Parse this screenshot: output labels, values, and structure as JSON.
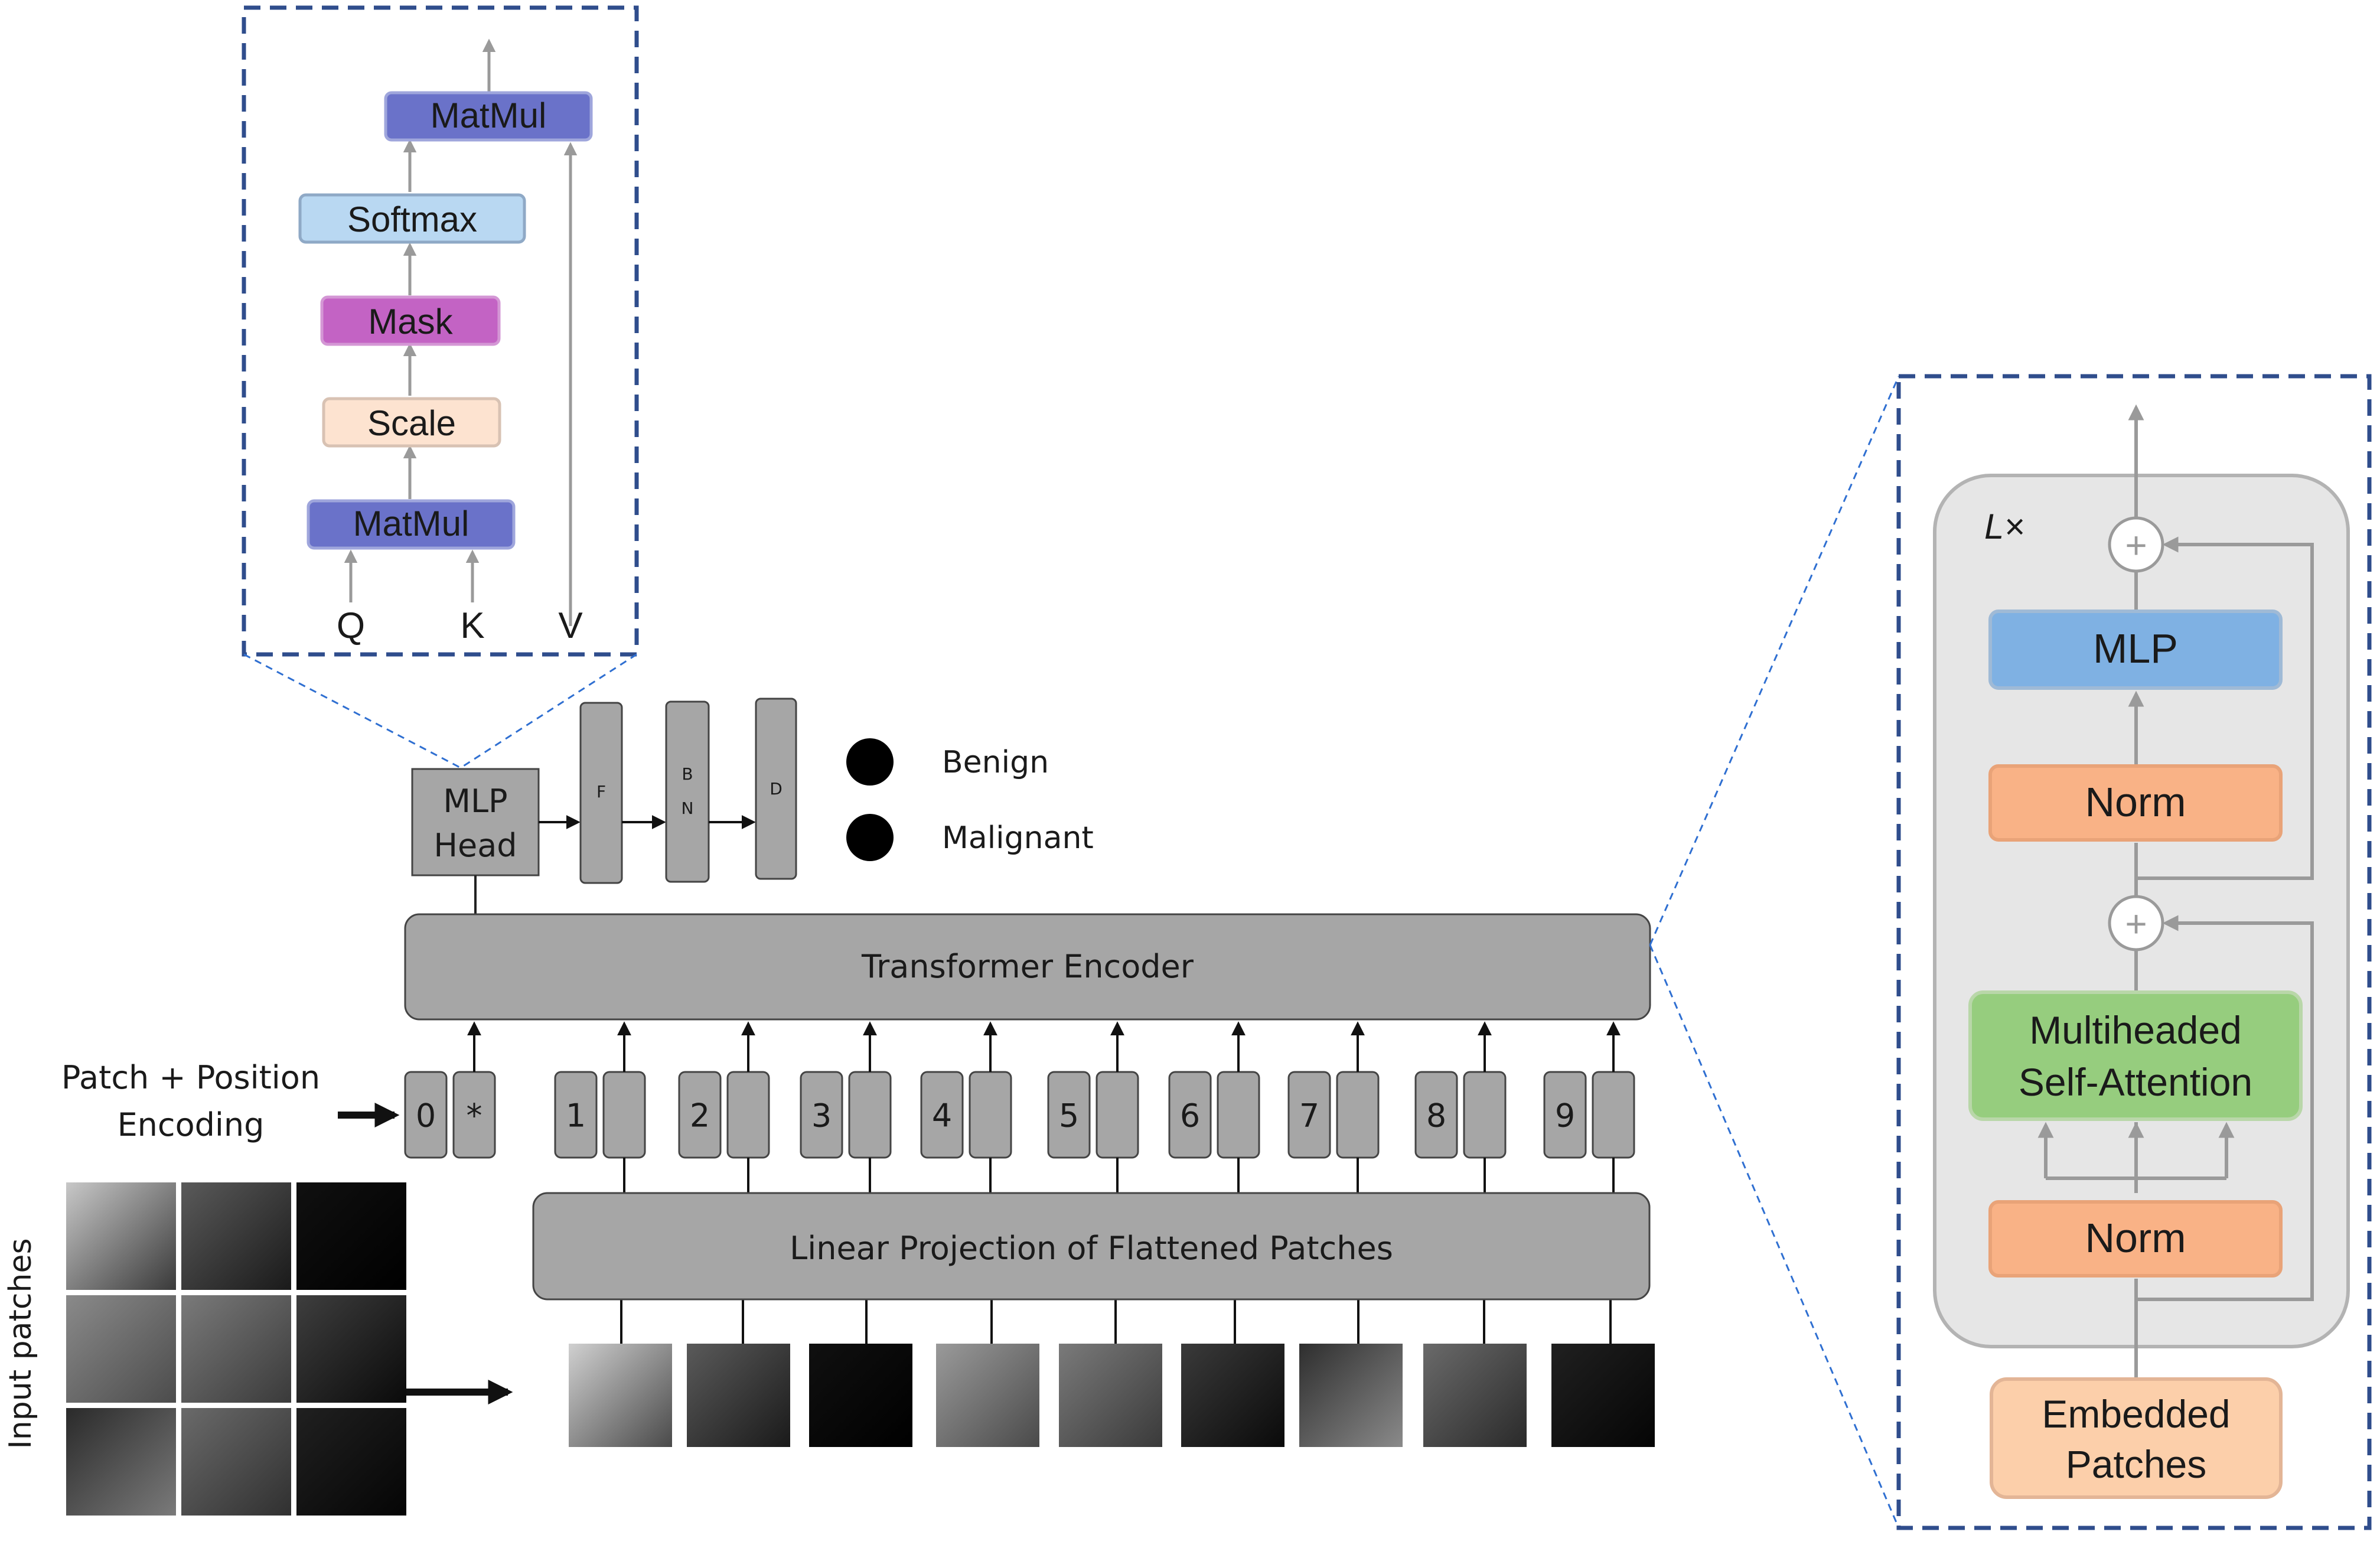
{
  "attention_block": {
    "matmul_top": "MatMul",
    "softmax": "Softmax",
    "mask": "Mask",
    "scale": "Scale",
    "matmul_bottom": "MatMul",
    "inputs": [
      "Q",
      "K",
      "V"
    ]
  },
  "head": {
    "mlp_head": [
      "MLP",
      "Head"
    ],
    "layer_f": "F",
    "layer_bn": [
      "B",
      "N"
    ],
    "layer_d": "D"
  },
  "classes": [
    "Benign",
    "Malignant"
  ],
  "transformer_encoder": "Transformer Encoder",
  "patch_position": [
    "Patch + Position",
    "Encoding"
  ],
  "tokens": [
    "0",
    "*",
    "1",
    "2",
    "3",
    "4",
    "5",
    "6",
    "7",
    "8",
    "9"
  ],
  "linear_projection": "Linear Projection of Flattened Patches",
  "input_patches_label": "Input patches",
  "encoder_block": {
    "repeat": "L×",
    "mlp": "MLP",
    "norm_top": "Norm",
    "attention": [
      "Multiheaded",
      "Self-Attention"
    ],
    "norm_bottom": "Norm",
    "embedded": [
      "Embedded",
      "Patches"
    ],
    "plus": "+"
  },
  "colors": {
    "matmul": "#6a72c9",
    "softmax": "#b9d8f2",
    "mask": "#c363c4",
    "scale": "#fde3d0",
    "mlp_blue": "#7fb1e3",
    "norm_orange": "#f9b286",
    "attention_green": "#96cd7e",
    "embedded": "#fccfaa",
    "gray_box": "#a6a6a6",
    "dashed_border": "#2f4d8c"
  }
}
